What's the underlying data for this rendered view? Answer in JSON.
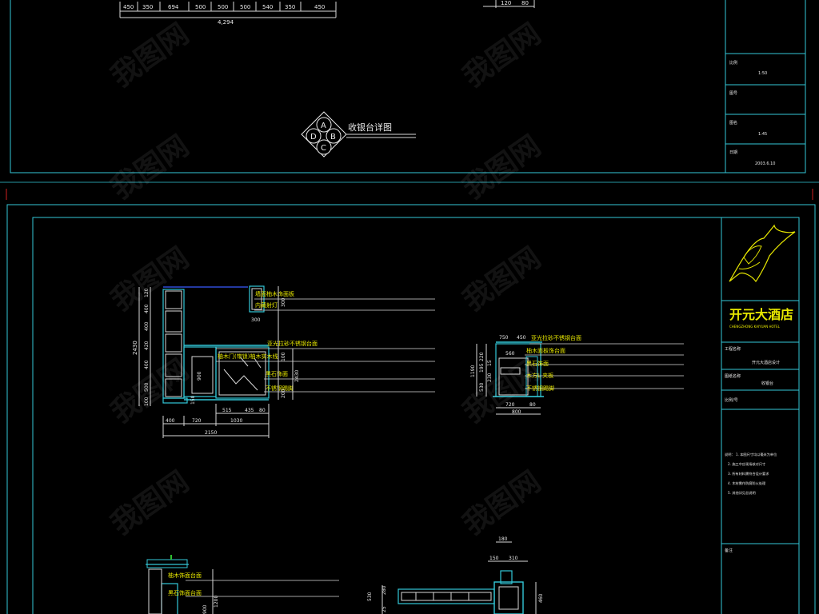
{
  "sheet_top": {
    "dims_row": [
      "450",
      "350",
      "694",
      "500",
      "500",
      "500",
      "540",
      "350",
      "450"
    ],
    "dims_total": "4,294",
    "detail_dims": [
      "120",
      "80"
    ],
    "section_marker": {
      "letters": [
        "A",
        "B",
        "C",
        "D"
      ],
      "title": "收银台详图"
    },
    "title_block": {
      "rows": [
        {
          "label": "比例",
          "value": "1:50"
        },
        {
          "label": "图号",
          "value": ""
        },
        {
          "label": "图名",
          "value": "1:45"
        },
        {
          "label": "日期",
          "value": "2003.6.10"
        }
      ]
    }
  },
  "sheet_bottom": {
    "logo_text": "开元大酒店",
    "logo_subtext": "CHENGZHONG KAIYUAN HOTEL",
    "title_block": {
      "project_label": "工程名称",
      "project_value": "开元大酒店设计",
      "drawing_label": "图纸名称",
      "drawing_value": "收银台",
      "scale_label": "比例/号",
      "notes": [
        "说明： 1. 本图尺寸均以毫米为单位",
        "2. 施工中应现场核对尺寸",
        "3. 所有材料需符合设计要求",
        "4. 木材需作防腐防火处理",
        "5. 其他详见总说明"
      ],
      "remark_label": "备注"
    },
    "elevation_left": {
      "annotations": [
        "墙面柚木饰面板",
        "内藏射灯",
        "亚光拉砂不锈钢台面",
        "柚木门(带锁)柚木实木线",
        "黑石饰面",
        "不锈钢踢脚"
      ],
      "vertical_dims": [
        "120",
        "400",
        "400",
        "420",
        "400",
        "500",
        "100"
      ],
      "vertical_total": "2430",
      "right_dims": [
        "300",
        "100",
        "200"
      ],
      "mid_dims": [
        "900",
        "150"
      ],
      "bottom_dims_a": [
        "515",
        "435",
        "80"
      ],
      "bottom_dims_b": [
        "400",
        "720",
        "1030"
      ],
      "bottom_total": "2150",
      "small_dim": "300"
    },
    "section_right": {
      "top_dims": [
        "750",
        "450"
      ],
      "annotations": [
        "亚光拉砂不锈钢台面",
        "柚木面板饰台面",
        "黑石饰面",
        "木方L 夹板",
        "不锈钢踢脚"
      ],
      "dims_inner": [
        "560",
        "220",
        "15",
        "230"
      ],
      "vertical_total": "1190",
      "left_dims": [
        "530",
        "195",
        "25"
      ],
      "bottom_dims": [
        "720",
        "80"
      ],
      "bottom_total": "800"
    },
    "plan_lower_left": {
      "annotations": [
        "柚木饰面台面",
        "黑石饰面台面"
      ],
      "dims": [
        "1200",
        "900"
      ]
    },
    "plan_lower_right": {
      "top_dim": "180",
      "dims": [
        "150",
        "310"
      ],
      "left_dims": [
        "530",
        "280",
        "25"
      ],
      "right_dim": "460"
    }
  },
  "watermark": "我图网",
  "colors": {
    "background": "#000000",
    "frame": "#33c8d8",
    "text": "#e8e800",
    "line": "#d8d8d8",
    "accent": "#3b5bff"
  }
}
